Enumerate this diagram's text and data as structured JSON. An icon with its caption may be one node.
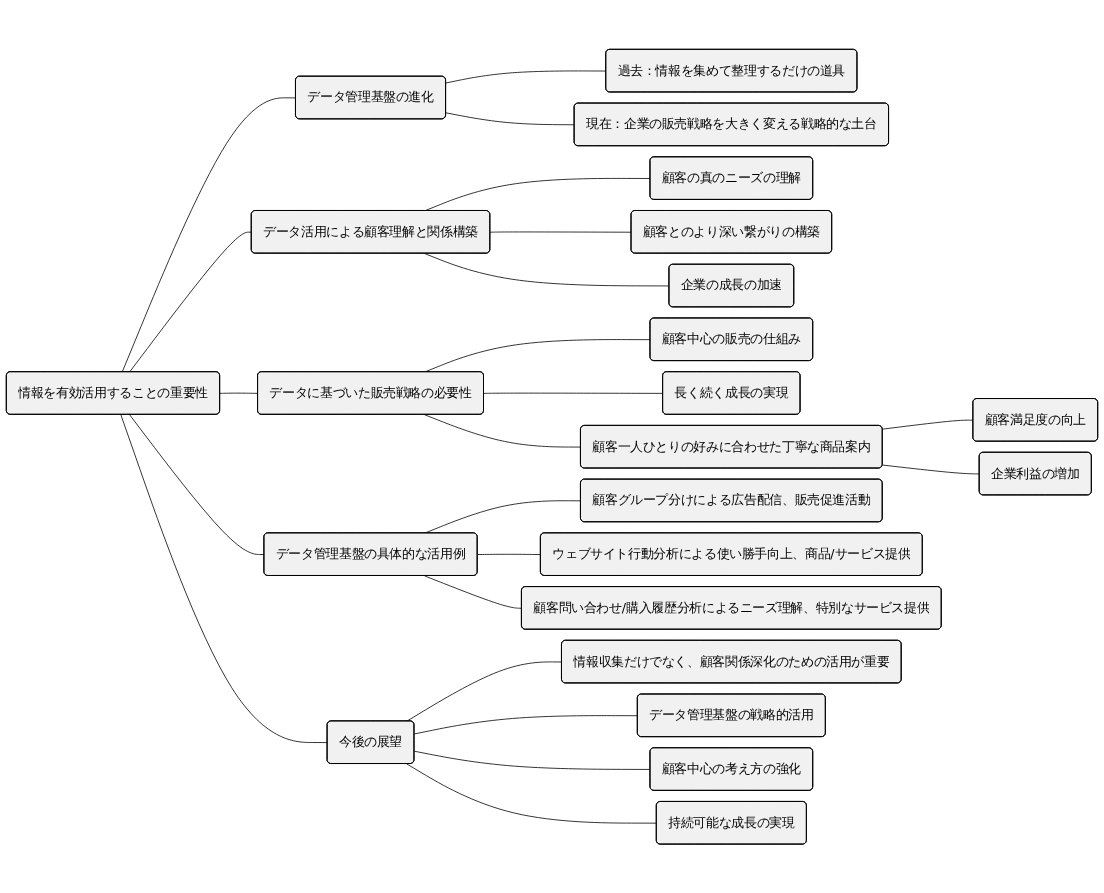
{
  "diagram": {
    "nodes": [
      {
        "text": [
          "情報を有効活用することの重要性"
        ]
      },
      {
        "text": [
          "データ管理基盤の進化"
        ]
      },
      {
        "text": [
          "過去：情報を集めて整理するだけの道具"
        ]
      },
      {
        "text": [
          "現在：企業の販売戦略を大きく変える戦略的な土台"
        ]
      },
      {
        "text": [
          "データ活用による顧客理解と関係構築"
        ]
      },
      {
        "text": [
          "顧客の真のニーズの理解"
        ]
      },
      {
        "text": [
          "顧客とのより深い繋がりの構築"
        ]
      },
      {
        "text": [
          "企業の成長の加速"
        ]
      },
      {
        "text": [
          "データに基づいた販売戦略の必要性"
        ]
      },
      {
        "text": [
          "顧客中心の販売の仕組み"
        ]
      },
      {
        "text": [
          "長く続く成長の実現"
        ]
      },
      {
        "text": [
          "顧客一人ひとりの好みに合わせた丁寧な商品案内"
        ]
      },
      {
        "text": [
          "顧客満足度の向上"
        ]
      },
      {
        "text": [
          "企業利益の増加"
        ]
      },
      {
        "text": [
          "データ管理基盤の具体的な活用例"
        ]
      },
      {
        "text": [
          "顧客グループ分けによる広告配信、販売促進活動"
        ]
      },
      {
        "text": [
          "ウェブサイト行動分析による使い勝手向上、商品/サービス提供"
        ]
      },
      {
        "text": [
          "顧客問い合わせ/購入履歴分析によるニーズ理解、特別なサービス提供"
        ]
      },
      {
        "text": [
          "今後の展望"
        ]
      },
      {
        "text": [
          "情報収集だけでなく、顧客関係深化のための活用が重要"
        ]
      },
      {
        "text": [
          "データ管理基盤の戦略的活用"
        ]
      },
      {
        "text": [
          "顧客中心の考え方の強化"
        ]
      },
      {
        "text": [
          "持続可能な成長の実現"
        ]
      }
    ],
    "edges": [
      {
        "from": 0,
        "to": 1,
        "arrow": "none"
      },
      {
        "from": 1,
        "to": 2,
        "arrow": "none"
      },
      {
        "from": 1,
        "to": 3,
        "arrow": "none"
      },
      {
        "from": 0,
        "to": 4,
        "arrow": "none"
      },
      {
        "from": 4,
        "to": 5,
        "arrow": "none"
      },
      {
        "from": 4,
        "to": 6,
        "arrow": "none"
      },
      {
        "from": 4,
        "to": 7,
        "arrow": "none"
      },
      {
        "from": 0,
        "to": 8,
        "arrow": "none"
      },
      {
        "from": 8,
        "to": 9,
        "arrow": "none"
      },
      {
        "from": 8,
        "to": 10,
        "arrow": "none"
      },
      {
        "from": 8,
        "to": 11,
        "arrow": "none"
      },
      {
        "from": 11,
        "to": 12,
        "arrow": "none"
      },
      {
        "from": 11,
        "to": 13,
        "arrow": "none"
      },
      {
        "from": 0,
        "to": 14,
        "arrow": "none"
      },
      {
        "from": 14,
        "to": 15,
        "arrow": "none"
      },
      {
        "from": 14,
        "to": 16,
        "arrow": "none"
      },
      {
        "from": 14,
        "to": 17,
        "arrow": "none"
      },
      {
        "from": 0,
        "to": 18,
        "arrow": "none"
      },
      {
        "from": 18,
        "to": 19,
        "arrow": "none"
      },
      {
        "from": 18,
        "to": 20,
        "arrow": "none"
      },
      {
        "from": 18,
        "to": 21,
        "arrow": "none"
      },
      {
        "from": 18,
        "to": 22,
        "arrow": "none"
      }
    ]
  }
}
